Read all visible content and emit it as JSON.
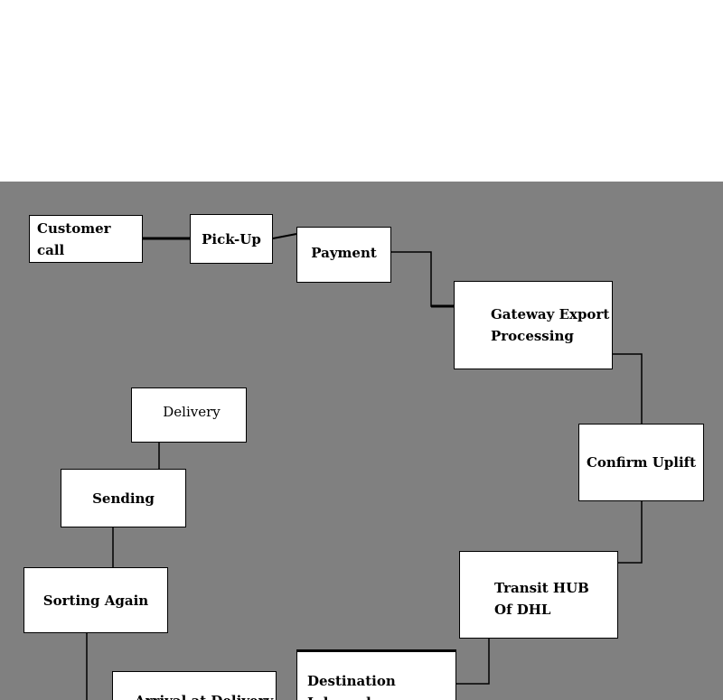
{
  "diagram": {
    "nodes": {
      "customer_call": "Customer call",
      "pick_up": "Pick-Up",
      "payment": "Payment",
      "gateway_export": "Gateway Export\nProcessing",
      "confirm_uplift": "Confirm Uplift",
      "transit_hub": "Transit HUB\nOf  DHL",
      "destination_inbound": "Destination Inbound\nProcess",
      "arrival_delivery": "Arrival at Delivery",
      "sorting_again": "Sorting Again",
      "sending": "Sending",
      "delivery": "Delivery"
    },
    "colors": {
      "page_background": "#ffffff",
      "canvas_background": "#808080",
      "box_fill": "#ffffff",
      "connector": "#000000"
    }
  }
}
